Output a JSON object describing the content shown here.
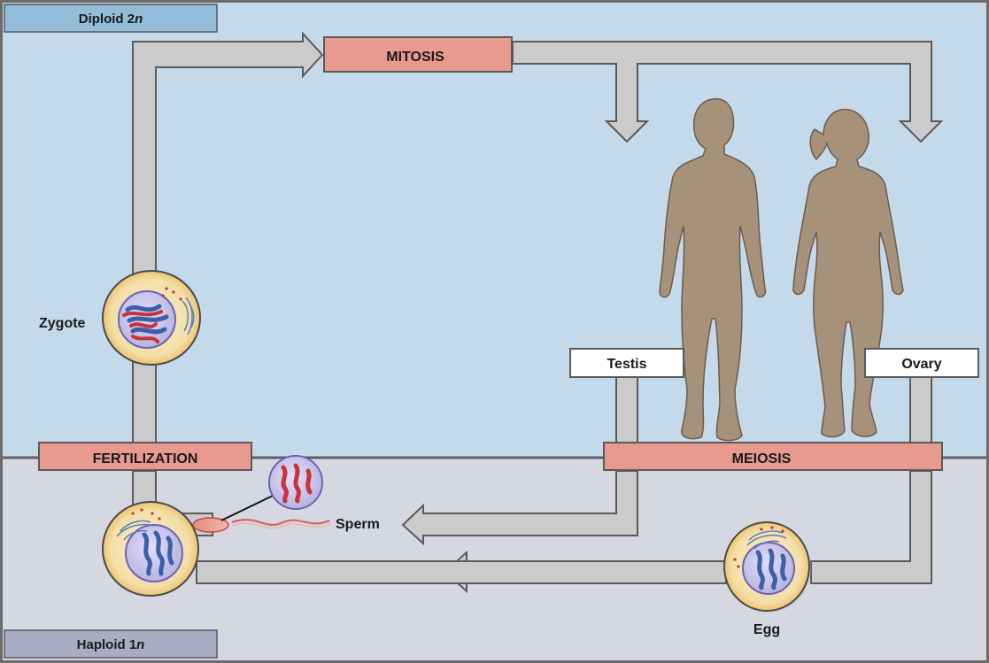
{
  "regions": {
    "diploid": {
      "prefix": "Diploid 2",
      "suffix": "n"
    },
    "haploid": {
      "prefix": "Haploid 1",
      "suffix": "n"
    }
  },
  "processes": {
    "mitosis": "MITOSIS",
    "meiosis": "MEIOSIS",
    "fertilization": "FERTILIZATION"
  },
  "organs": {
    "testis": "Testis",
    "ovary": "Ovary"
  },
  "cells": {
    "zygote": "Zygote",
    "sperm": "Sperm",
    "egg": "Egg"
  },
  "colors": {
    "diploid_bg": "#c4d9e9",
    "haploid_bg": "#d5d8e1",
    "diploid_label_bg": "#93bcd8",
    "haploid_label_bg": "#a9adc4",
    "process_box": "#e89a8f",
    "arrow_fill": "#cbcbcb",
    "body_silhouette": "#a6917b",
    "cell_cytoplasm": "#f6e4b4",
    "cell_rim": "#e9a94a",
    "nucleus": "#cfcae8",
    "chromosome_blue": "#3b5fa8",
    "chromosome_red": "#c8333a"
  }
}
